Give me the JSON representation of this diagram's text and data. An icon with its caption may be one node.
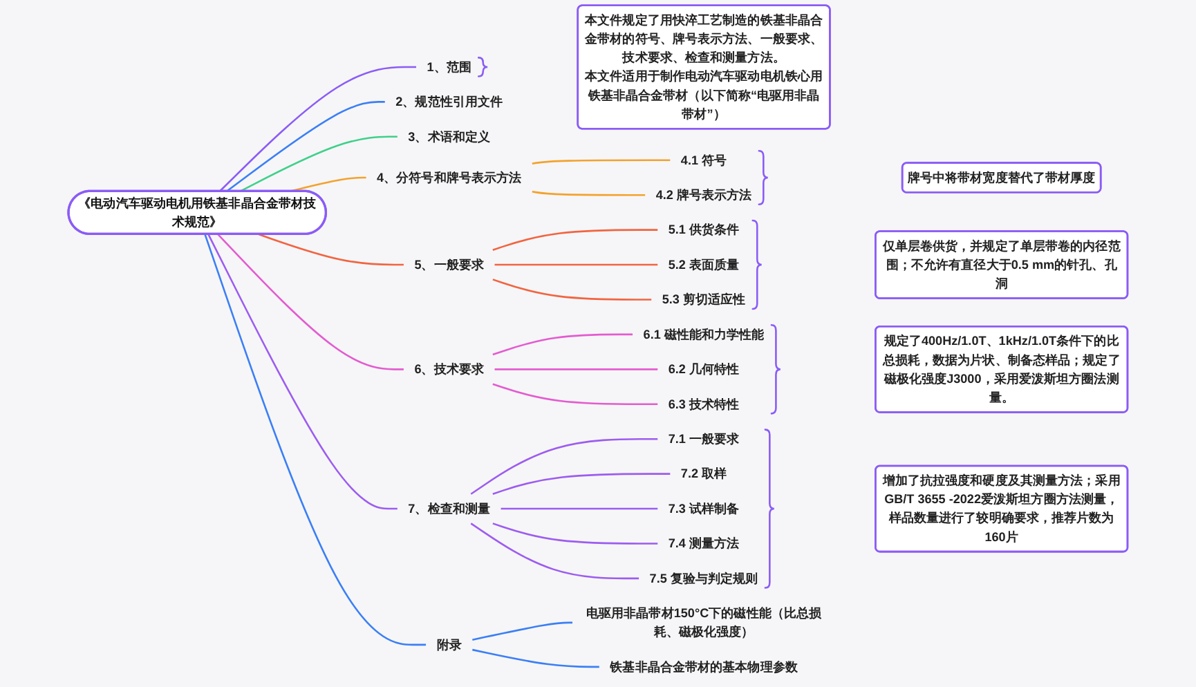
{
  "diagram": {
    "nodes": [
      {
        "text": [
          "《电动汽车驱动电机用铁基非晶合金带材技术规范》"
        ]
      },
      {
        "text": [
          "1、范围"
        ]
      },
      {
        "text": [
          "本文件规定了用快淬工艺制造的铁基非晶合金带材的符号、牌号表示方法、一般要求、技术要求、检查和测量方法。",
          "本文件适用于制作电动汽车驱动电机铁心用铁基非晶合金带材（以下简称“电驱用非晶带材”）"
        ]
      },
      {
        "text": [
          "2、规范性引用文件"
        ]
      },
      {
        "text": [
          "3、术语和定义"
        ]
      },
      {
        "text": [
          "4、分符号和牌号表示方法"
        ]
      },
      {
        "text": [
          "4.1 符号"
        ]
      },
      {
        "text": [
          "4.2 牌号表示方法"
        ]
      },
      {
        "text": [
          "牌号中将带材宽度替代了带材厚度"
        ]
      },
      {
        "text": [
          "5、一般要求"
        ]
      },
      {
        "text": [
          "5.1 供货条件"
        ]
      },
      {
        "text": [
          "5.2 表面质量"
        ]
      },
      {
        "text": [
          "5.3 剪切适应性"
        ]
      },
      {
        "text": [
          "仅单层卷供货，并规定了单层带卷的内径范围；不允许有直径大于0.5 mm的针孔、孔洞"
        ]
      },
      {
        "text": [
          "6、技术要求"
        ]
      },
      {
        "text": [
          "6.1 磁性能和力学性能"
        ]
      },
      {
        "text": [
          "6.2 几何特性"
        ]
      },
      {
        "text": [
          "6.3 技术特性"
        ]
      },
      {
        "text": [
          "规定了400Hz/1.0T、1kHz/1.0T条件下的比总损耗，数据为片状、制备态样品；规定了磁极化强度J3000，采用爱泼斯坦方圈法测量。"
        ]
      },
      {
        "text": [
          "7、检查和测量"
        ]
      },
      {
        "text": [
          "7.1 一般要求"
        ]
      },
      {
        "text": [
          "7.2 取样"
        ]
      },
      {
        "text": [
          "7.3 试样制备"
        ]
      },
      {
        "text": [
          "7.4 测量方法"
        ]
      },
      {
        "text": [
          "7.5 复验与判定规则"
        ]
      },
      {
        "text": [
          "增加了抗拉强度和硬度及其测量方法；采用GB/T 3655 -2022爱泼斯坦方圈方法测量，样品数量进行了较明确要求，推荐片数为160片"
        ]
      },
      {
        "text": [
          "附录"
        ]
      },
      {
        "text": [
          "电驱用非晶带材150°C下的磁性能（比总损耗、磁极化强度）"
        ]
      },
      {
        "text": [
          "铁基非晶合金带材的基本物理参数"
        ]
      }
    ],
    "edges": [
      {
        "from": 0,
        "to": 1,
        "arrow": "none",
        "color": "#8b5cf6"
      },
      {
        "from": 0,
        "to": 3,
        "arrow": "none",
        "color": "#3b7ff5"
      },
      {
        "from": 0,
        "to": 4,
        "arrow": "none",
        "color": "#3fd08a"
      },
      {
        "from": 0,
        "to": 5,
        "arrow": "none",
        "color": "#f3a22c"
      },
      {
        "from": 0,
        "to": 9,
        "arrow": "none",
        "color": "#f26440"
      },
      {
        "from": 0,
        "to": 14,
        "arrow": "none",
        "color": "#e45bd0"
      },
      {
        "from": 0,
        "to": 19,
        "arrow": "none",
        "color": "#9d5cf0"
      },
      {
        "from": 0,
        "to": 26,
        "arrow": "none",
        "color": "#3b7ff5"
      },
      {
        "from": 5,
        "to": 6,
        "arrow": "none",
        "color": "#f3a22c"
      },
      {
        "from": 5,
        "to": 7,
        "arrow": "none",
        "color": "#f3a22c"
      },
      {
        "from": 9,
        "to": 10,
        "arrow": "none",
        "color": "#f26440"
      },
      {
        "from": 9,
        "to": 11,
        "arrow": "none",
        "color": "#f26440"
      },
      {
        "from": 9,
        "to": 12,
        "arrow": "none",
        "color": "#f26440"
      },
      {
        "from": 14,
        "to": 15,
        "arrow": "none",
        "color": "#e45bd0"
      },
      {
        "from": 14,
        "to": 16,
        "arrow": "none",
        "color": "#e45bd0"
      },
      {
        "from": 14,
        "to": 17,
        "arrow": "none",
        "color": "#e45bd0"
      },
      {
        "from": 19,
        "to": 20,
        "arrow": "none",
        "color": "#9d5cf0"
      },
      {
        "from": 19,
        "to": 21,
        "arrow": "none",
        "color": "#9d5cf0"
      },
      {
        "from": 19,
        "to": 22,
        "arrow": "none",
        "color": "#9d5cf0"
      },
      {
        "from": 19,
        "to": 23,
        "arrow": "none",
        "color": "#9d5cf0"
      },
      {
        "from": 19,
        "to": 24,
        "arrow": "none",
        "color": "#9d5cf0"
      },
      {
        "from": 26,
        "to": 27,
        "arrow": "none",
        "color": "#3b7ff5"
      },
      {
        "from": 26,
        "to": 28,
        "arrow": "none",
        "color": "#3b7ff5"
      }
    ]
  }
}
